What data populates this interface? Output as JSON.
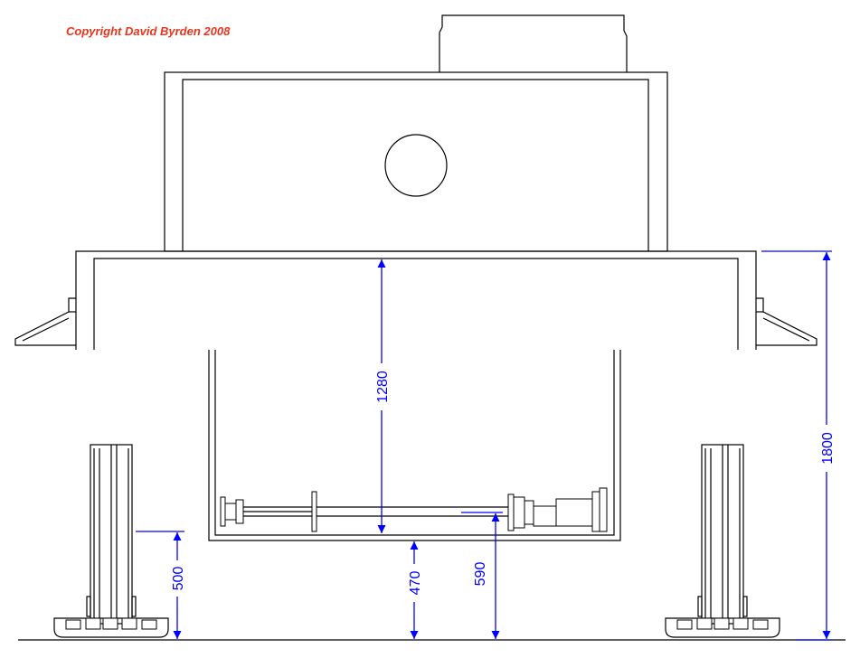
{
  "copyright": "Copyright David Byrden 2008",
  "colors": {
    "copyright": "#e8341c",
    "dimension": "#0000ff",
    "drawing": "#000000"
  },
  "dimensions": {
    "d1280": "1280",
    "d1800": "1800",
    "d500": "500",
    "d470": "470",
    "d590": "590"
  }
}
